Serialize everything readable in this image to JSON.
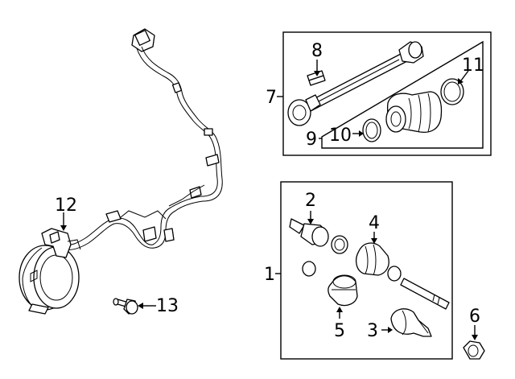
{
  "diagram": {
    "callouts": [
      {
        "id": "c1",
        "text": "1"
      },
      {
        "id": "c2",
        "text": "2"
      },
      {
        "id": "c3",
        "text": "3"
      },
      {
        "id": "c4",
        "text": "4"
      },
      {
        "id": "c5",
        "text": "5"
      },
      {
        "id": "c6",
        "text": "6"
      },
      {
        "id": "c7",
        "text": "7"
      },
      {
        "id": "c8",
        "text": "8"
      },
      {
        "id": "c9",
        "text": "9"
      },
      {
        "id": "c10",
        "text": "10"
      },
      {
        "id": "c11",
        "text": "11"
      },
      {
        "id": "c12",
        "text": "12"
      },
      {
        "id": "c13",
        "text": "13"
      }
    ]
  }
}
